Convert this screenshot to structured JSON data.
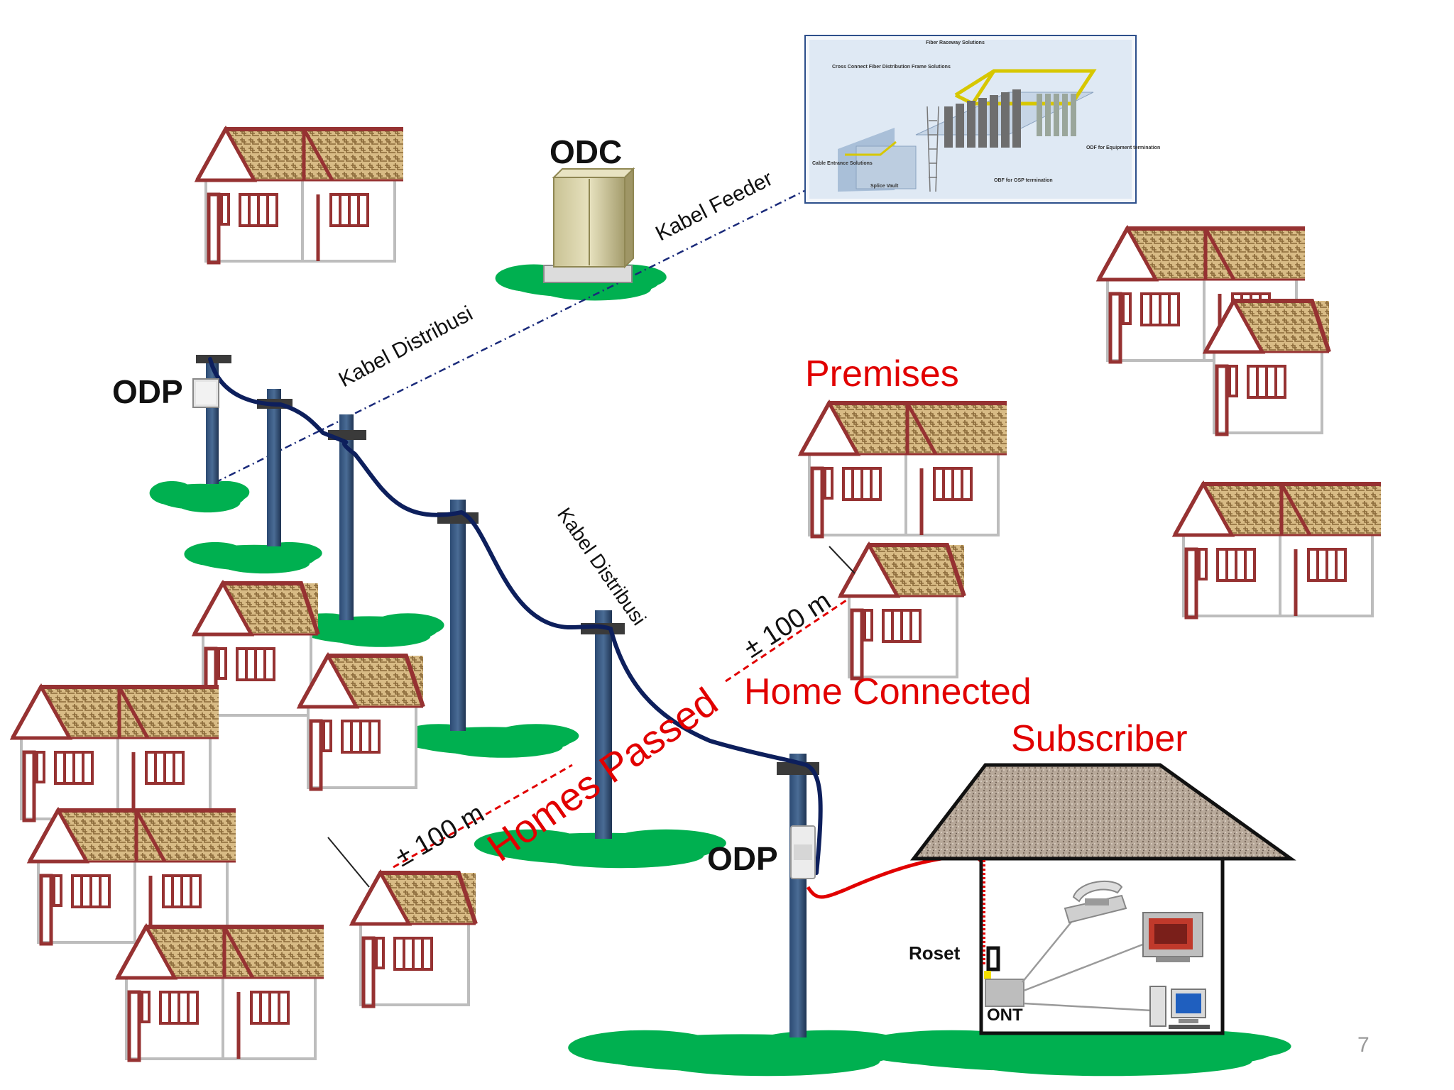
{
  "labels": {
    "odc": "ODC",
    "odp_top": "ODP",
    "odp_bottom": "ODP",
    "kabel_feeder": "Kabel Feeder",
    "kabel_distribusi_top": "Kabel  Distribusi",
    "kabel_distribusi_mid": "Kabel Distribusi",
    "premises": "Premises",
    "home_connected": "Home Connected",
    "subscriber": "Subscriber",
    "homes_passed": "Homes Passed",
    "dist_right": "± 100 m",
    "dist_left": "± 100 m",
    "roset": "Roset",
    "ont": "ONT",
    "page_number": "7"
  },
  "inset": {
    "fiber_raceway": "Fiber Raceway Solutions",
    "cross_connect": "Cross Connect Fiber Distribution Frame Solutions",
    "cable_entrance": "Cable Entrance Solutions",
    "splice_vault": "Splice Vault",
    "odf_equipment": "ODF for Equipment termination",
    "osp_termination": "OBF for OSP termination"
  },
  "colors": {
    "label_red": "#e10000",
    "cable_blue": "#0d1f5c",
    "drop_red": "#e10000",
    "grass": "#00b050",
    "house_trim": "#963232",
    "roof_fill": "#c9a56a"
  }
}
